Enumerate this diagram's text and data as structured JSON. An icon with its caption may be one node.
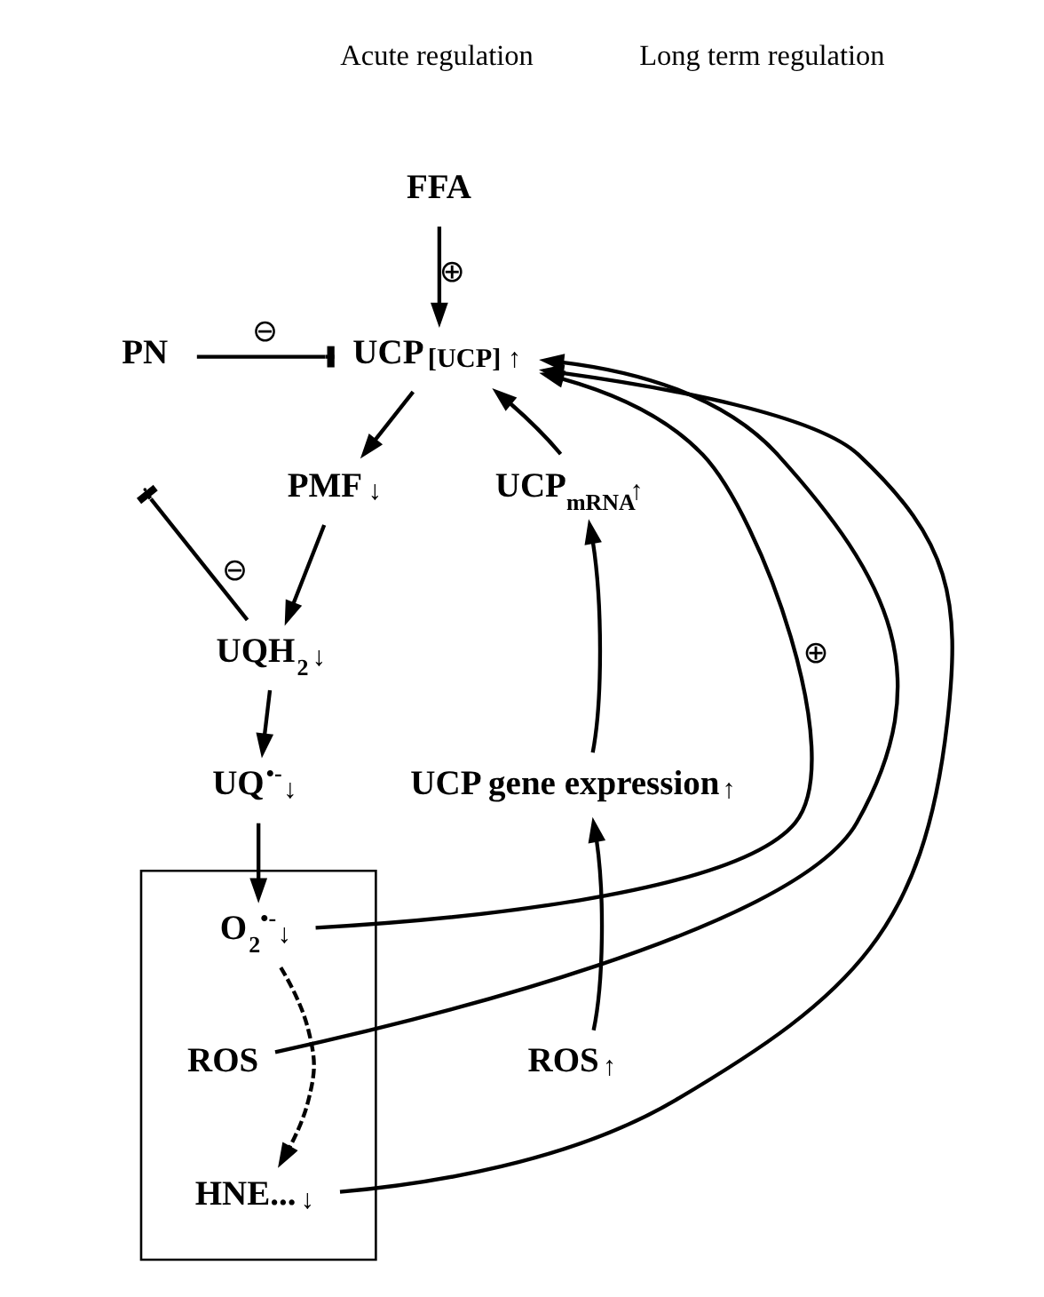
{
  "diagram": {
    "nodes": [
      {
        "text": [
          "FFA"
        ]
      },
      {
        "text": [
          "PN"
        ]
      },
      {
        "text": [
          "UCP"
        ],
        "beside": [
          "[UCP] ↑"
        ]
      },
      {
        "text": [
          "PMF"
        ],
        "beside": [
          "↓"
        ]
      },
      {
        "text": [
          "UQH$_{2}$"
        ],
        "beside": [
          "↓"
        ]
      },
      {
        "text": [
          "UQ$^{•-}$"
        ],
        "beside": [
          "↓"
        ]
      },
      {
        "text": [],
        "shape": "box"
      },
      {
        "text": [
          "O$_{2}$$^{•-}$"
        ],
        "beside": [
          "↓"
        ],
        "in": 6
      },
      {
        "text": [
          "ROS"
        ],
        "in": 6
      },
      {
        "text": [
          "HNE..."
        ],
        "beside": [
          "↓"
        ],
        "in": 6
      },
      {
        "text": [
          "ROS"
        ],
        "beside": [
          "↑"
        ]
      },
      {
        "text": [
          "UCP gene expression"
        ],
        "beside": [
          "↑"
        ]
      },
      {
        "text": [
          "UCP$_{mRNA}$"
        ],
        "beside": [
          "↑"
        ]
      }
    ],
    "edges": [
      {
        "from": 0,
        "to": 2,
        "arrow": "to",
        "label": "⊕"
      },
      {
        "from": 1,
        "to": 2,
        "arrow": "other",
        "label": "⊖"
      },
      {
        "from": 4,
        "to": null,
        "arrow": "other",
        "label": "⊖"
      },
      {
        "from": 2,
        "to": 3,
        "arrow": "to"
      },
      {
        "from": 3,
        "to": 4,
        "arrow": "to"
      },
      {
        "from": 4,
        "to": 5,
        "arrow": "to"
      },
      {
        "from": 5,
        "to": 7,
        "arrow": "to"
      },
      {
        "from": 7,
        "to": 9,
        "arrow": "to",
        "style": "dashed"
      },
      {
        "from": 7,
        "to": 2,
        "arrow": "to",
        "label": "⊕"
      },
      {
        "from": 8,
        "to": 2,
        "arrow": "to"
      },
      {
        "from": 9,
        "to": 2,
        "arrow": "to"
      },
      {
        "from": 10,
        "to": 11,
        "arrow": "to"
      },
      {
        "from": 11,
        "to": 12,
        "arrow": "to"
      },
      {
        "from": 12,
        "to": 2,
        "arrow": "to"
      }
    ],
    "labels": [
      "Acute regulation",
      "Long term regulation"
    ]
  }
}
